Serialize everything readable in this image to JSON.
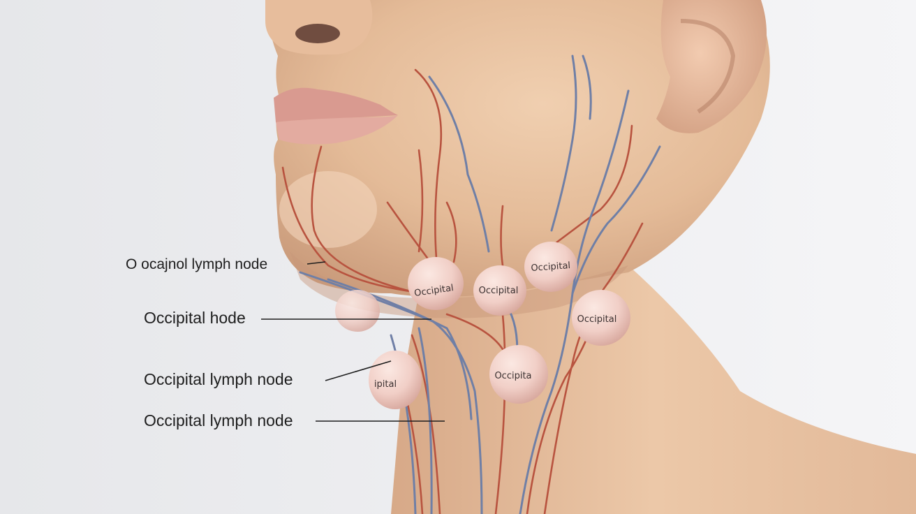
{
  "callouts": [
    {
      "id": "c1",
      "text": "O ocajnol lymph node"
    },
    {
      "id": "c2",
      "text": "Occipital hode"
    },
    {
      "id": "c3",
      "text": "Occipital lymph node"
    },
    {
      "id": "c4",
      "text": "Occipital lymph node"
    }
  ],
  "nodes": [
    {
      "id": "n1",
      "text": "Occipital"
    },
    {
      "id": "n2",
      "text": "Occipital"
    },
    {
      "id": "n3",
      "text": "Occipital"
    },
    {
      "id": "n4",
      "text": "Occipital"
    },
    {
      "id": "n5",
      "text": "Occipita"
    },
    {
      "id": "n6",
      "text": "ipital"
    },
    {
      "id": "n7",
      "text": ""
    }
  ],
  "colors": {
    "skin": "#e7c2a2",
    "skin_shadow": "#c99a7a",
    "node": "#f1cfc7",
    "artery": "#b8533f",
    "vein": "#6f7fa6",
    "background": "#eef0f2"
  }
}
